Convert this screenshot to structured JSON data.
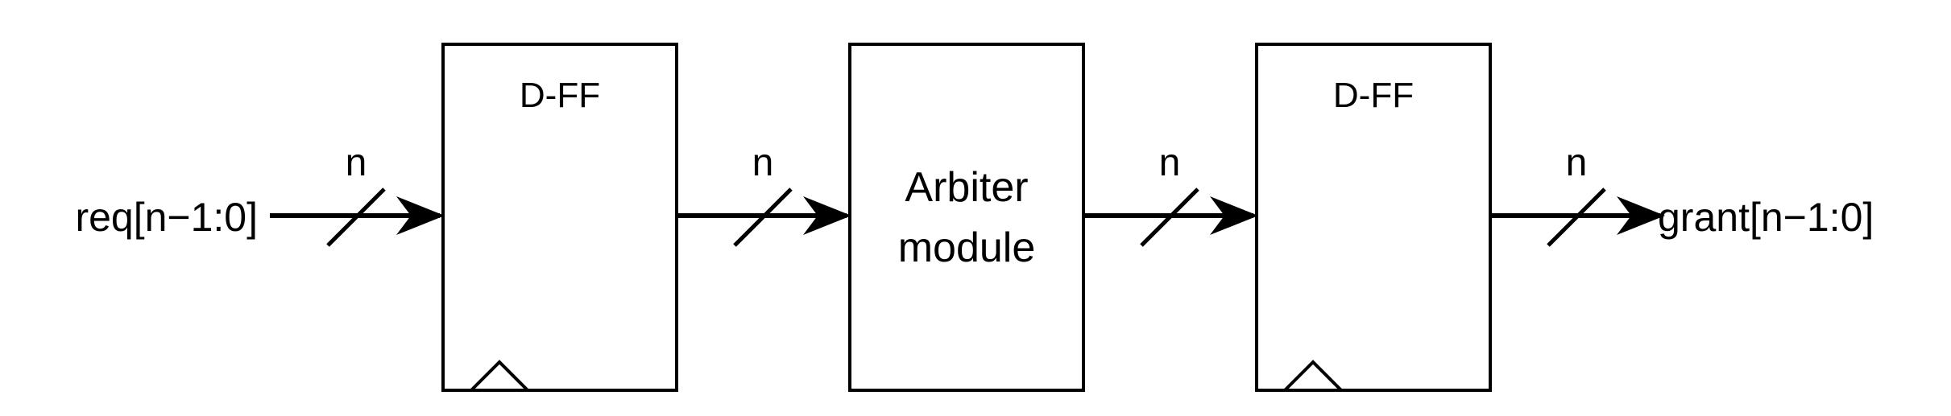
{
  "diagram": {
    "input_label": "req[n−1:0]",
    "output_label": "grant[n−1:0]",
    "blocks": [
      {
        "title": "D-FF",
        "clocked": true
      },
      {
        "title": "Arbiter",
        "subtitle": "module",
        "clocked": false
      },
      {
        "title": "D-FF",
        "clocked": true
      }
    ],
    "buses": [
      {
        "width_label": "n"
      },
      {
        "width_label": "n"
      },
      {
        "width_label": "n"
      },
      {
        "width_label": "n"
      }
    ]
  }
}
